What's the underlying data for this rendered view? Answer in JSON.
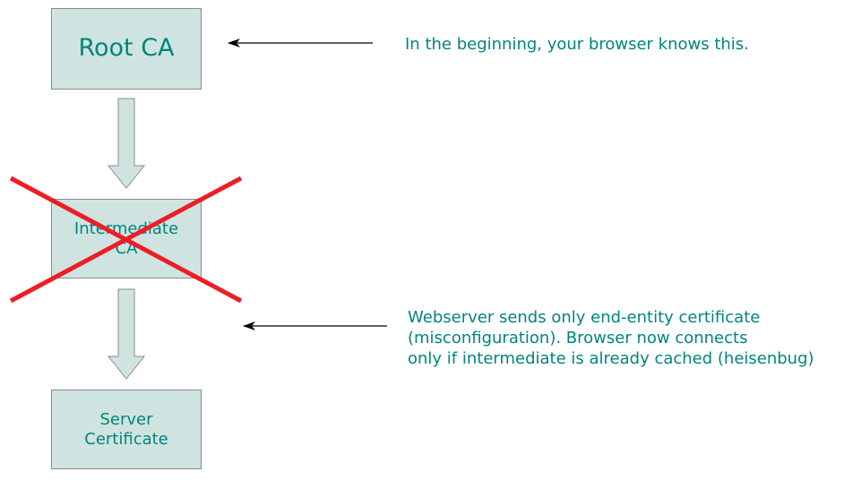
{
  "nodes": {
    "root": {
      "label": "Root CA"
    },
    "intermediate": {
      "label_lines": [
        "Intermediate",
        "CA"
      ],
      "crossed_out": true
    },
    "server": {
      "label_lines": [
        "Server",
        "Certificate"
      ]
    }
  },
  "annotations": {
    "root": {
      "text": "In the beginning, your browser knows this."
    },
    "intermediate": {
      "lines": [
        "Webserver sends only end-entity certificate",
        "(misconfiguration). Browser now connects",
        "only if intermediate is already cached (heisenbug)"
      ]
    }
  },
  "colors": {
    "box_fill": "#cfe4e0",
    "box_border": "#8a8a8a",
    "text": "#00857c",
    "cross": "#ee1c25",
    "arrow": "#000000"
  },
  "icons": {
    "cross": "red-x-cross-icon",
    "down_arrow": "block-down-arrow-icon",
    "pointer_arrow": "left-pointing-arrow-icon"
  }
}
